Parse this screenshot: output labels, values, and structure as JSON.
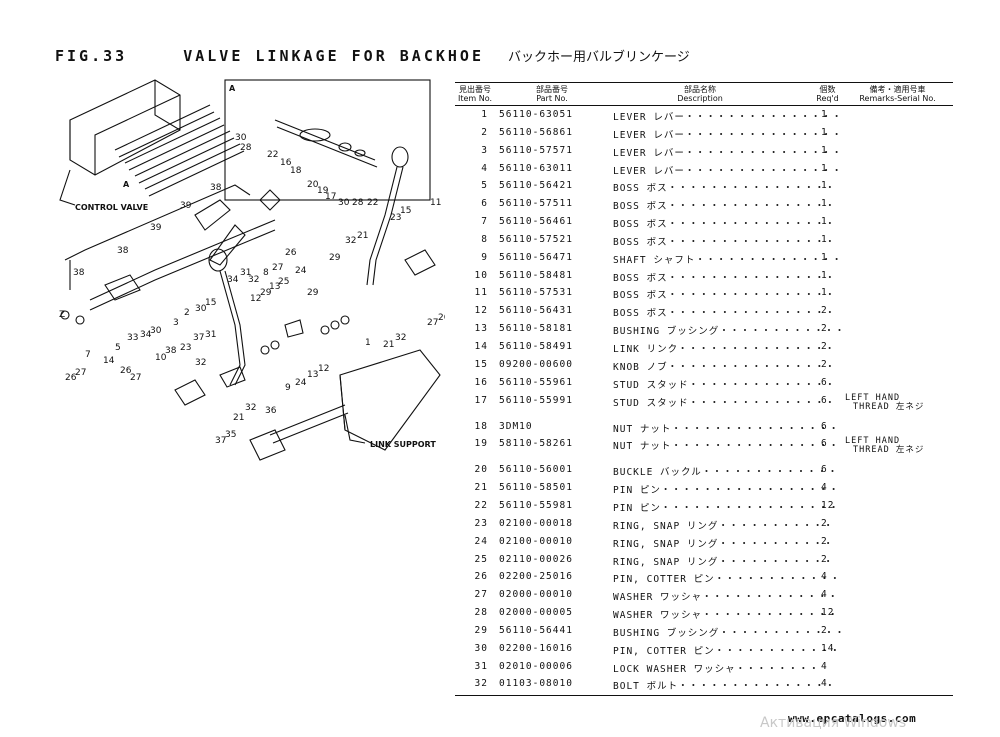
{
  "header": {
    "fig": "FIG.33",
    "title": "VALVE LINKAGE FOR BACKHOE",
    "title_jp": "バックホー用バルブリンケージ"
  },
  "columns": {
    "item_jp": "見出番号",
    "item_en": "Item No.",
    "part_jp": "部品番号",
    "part_en": "Part No.",
    "desc_jp": "部品名称",
    "desc_en": "Description",
    "req_jp": "個数",
    "req_en": "Req'd",
    "rem_jp": "備考・適用号車",
    "rem_en": "Remarks-Serial No."
  },
  "parts": [
    {
      "item": "1",
      "part": "56110-63051",
      "desc": "LEVER レバー・・・・・・・・・・・・・・・",
      "req": "1",
      "rem1": "",
      "rem2": ""
    },
    {
      "item": "2",
      "part": "56110-56861",
      "desc": "LEVER レバー・・・・・・・・・・・・・・・",
      "req": "1",
      "rem1": "",
      "rem2": ""
    },
    {
      "item": "3",
      "part": "56110-57571",
      "desc": "LEVER レバー・・・・・・・・・・・・・・・",
      "req": "1",
      "rem1": "",
      "rem2": ""
    },
    {
      "item": "4",
      "part": "56110-63011",
      "desc": "LEVER レバー・・・・・・・・・・・・・・・",
      "req": "1",
      "rem1": "",
      "rem2": ""
    },
    {
      "item": "5",
      "part": "56110-56421",
      "desc": "BOSS ボス・・・・・・・・・・・・・・・・",
      "req": "1",
      "rem1": "",
      "rem2": ""
    },
    {
      "item": "6",
      "part": "56110-57511",
      "desc": "BOSS ボス・・・・・・・・・・・・・・・・",
      "req": "1",
      "rem1": "",
      "rem2": ""
    },
    {
      "item": "7",
      "part": "56110-56461",
      "desc": "BOSS ボス・・・・・・・・・・・・・・・・",
      "req": "1",
      "rem1": "",
      "rem2": ""
    },
    {
      "item": "8",
      "part": "56110-57521",
      "desc": "BOSS ボス・・・・・・・・・・・・・・・・",
      "req": "1",
      "rem1": "",
      "rem2": ""
    },
    {
      "item": "9",
      "part": "56110-56471",
      "desc": "SHAFT シャフト・・・・・・・・・・・・・・",
      "req": "1",
      "rem1": "",
      "rem2": ""
    },
    {
      "item": "10",
      "part": "56110-58481",
      "desc": "BOSS ボス・・・・・・・・・・・・・・・・",
      "req": "1",
      "rem1": "",
      "rem2": ""
    },
    {
      "item": "11",
      "part": "56110-57531",
      "desc": "BOSS ボス・・・・・・・・・・・・・・・・",
      "req": "1",
      "rem1": "",
      "rem2": ""
    },
    {
      "item": "12",
      "part": "56110-56431",
      "desc": "BOSS ボス・・・・・・・・・・・・・・・・",
      "req": "2",
      "rem1": "",
      "rem2": ""
    },
    {
      "item": "13",
      "part": "56110-58181",
      "desc": "BUSHING ブッシング・・・・・・・・・・・・",
      "req": "2",
      "rem1": "",
      "rem2": ""
    },
    {
      "item": "14",
      "part": "56110-58491",
      "desc": "LINK リンク・・・・・・・・・・・・・・・",
      "req": "2",
      "rem1": "",
      "rem2": ""
    },
    {
      "item": "15",
      "part": "09200-00600",
      "desc": "KNOB ノブ・・・・・・・・・・・・・・・・",
      "req": "2",
      "rem1": "",
      "rem2": ""
    },
    {
      "item": "16",
      "part": "56110-55961",
      "desc": "STUD スタッド・・・・・・・・・・・・・・",
      "req": "6",
      "rem1": "",
      "rem2": ""
    },
    {
      "item": "17",
      "part": "56110-55991",
      "desc": "STUD スタッド・・・・・・・・・・・・・・",
      "req": "6",
      "rem1": "LEFT HAND",
      "rem2": "THREAD 左ネジ"
    },
    {
      "item": "18",
      "part": "3DM10",
      "desc": "NUT ナット・・・・・・・・・・・・・・・・",
      "req": "6",
      "rem1": "",
      "rem2": ""
    },
    {
      "item": "19",
      "part": "58110-58261",
      "desc": "NUT ナット・・・・・・・・・・・・・・・・",
      "req": "6",
      "rem1": "LEFT HAND",
      "rem2": "THREAD 左ネジ"
    },
    {
      "item": "20",
      "part": "56110-56001",
      "desc": "BUCKLE バックル・・・・・・・・・・・・・",
      "req": "6",
      "rem1": "",
      "rem2": ""
    },
    {
      "item": "21",
      "part": "56110-58501",
      "desc": "PIN ピン・・・・・・・・・・・・・・・・・",
      "req": "4",
      "rem1": "",
      "rem2": ""
    },
    {
      "item": "22",
      "part": "56110-55981",
      "desc": "PIN ピン・・・・・・・・・・・・・・・・・",
      "req": "12",
      "rem1": "",
      "rem2": ""
    },
    {
      "item": "23",
      "part": "02100-00018",
      "desc": "RING, SNAP リング・・・・・・・・・・・",
      "req": "2",
      "rem1": "",
      "rem2": ""
    },
    {
      "item": "24",
      "part": "02100-00010",
      "desc": "RING, SNAP リング・・・・・・・・・・・",
      "req": "2",
      "rem1": "",
      "rem2": ""
    },
    {
      "item": "25",
      "part": "02110-00026",
      "desc": "RING, SNAP リング・・・・・・・・・・・",
      "req": "2",
      "rem1": "",
      "rem2": ""
    },
    {
      "item": "26",
      "part": "02200-25016",
      "desc": "PIN, COTTER ピン・・・・・・・・・・・・",
      "req": "4",
      "rem1": "",
      "rem2": ""
    },
    {
      "item": "27",
      "part": "02000-00010",
      "desc": "WASHER ワッシャ・・・・・・・・・・・・・",
      "req": "4",
      "rem1": "",
      "rem2": ""
    },
    {
      "item": "28",
      "part": "02000-00005",
      "desc": "WASHER ワッシャ・・・・・・・・・・・・・",
      "req": "12",
      "rem1": "",
      "rem2": ""
    },
    {
      "item": "29",
      "part": "56110-56441",
      "desc": "BUSHING ブッシング・・・・・・・・・・・・",
      "req": "2",
      "rem1": "",
      "rem2": ""
    },
    {
      "item": "30",
      "part": "02200-16016",
      "desc": "PIN, COTTER ピン・・・・・・・・・・・・",
      "req": "14",
      "rem1": "",
      "rem2": ""
    },
    {
      "item": "31",
      "part": "02010-00006",
      "desc": "LOCK WASHER ワッシャ・・・・・・・・",
      "req": "4",
      "rem1": "",
      "rem2": ""
    },
    {
      "item": "32",
      "part": "01103-08010",
      "desc": "BOLT ボルト・・・・・・・・・・・・・・・",
      "req": "4",
      "rem1": "",
      "rem2": ""
    }
  ],
  "diagram": {
    "control_valve": "CONTROL VALVE",
    "link_support": "LINK SUPPORT",
    "view_a": "A",
    "arrow_a": "A"
  },
  "footer": {
    "site": "www.epcatalogs.com",
    "watermark": "Активация Windows"
  }
}
